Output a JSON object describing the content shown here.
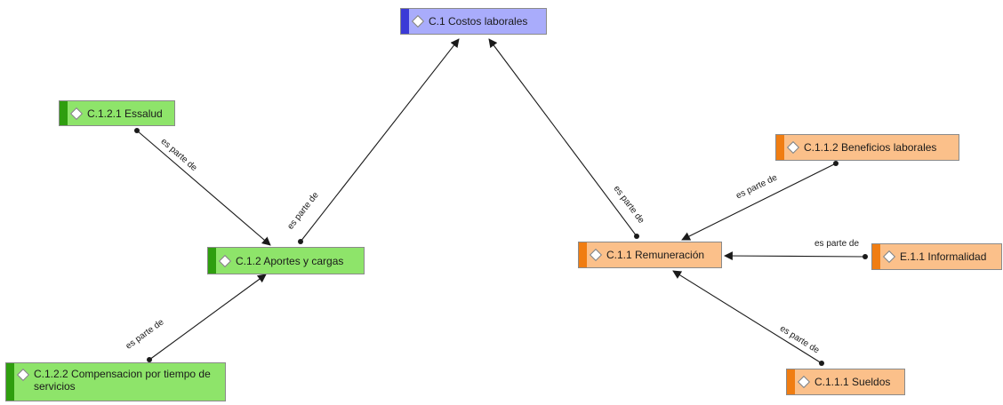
{
  "nodes": {
    "costos": {
      "label": "C.1 Costos laborales",
      "color": "blue"
    },
    "essalud": {
      "label": "C.1.2.1 Essalud",
      "color": "green"
    },
    "aportes": {
      "label": "C.1.2 Aportes y cargas",
      "color": "green"
    },
    "compensacion": {
      "label": "C.1.2.2 Compensacion por tiempo de servicios",
      "color": "green"
    },
    "beneficios": {
      "label": "C.1.1.2 Beneficios laborales",
      "color": "orange"
    },
    "remuneracion": {
      "label": "C.1.1 Remuneración",
      "color": "orange"
    },
    "informalidad": {
      "label": "E.1.1 Informalidad",
      "color": "orange"
    },
    "sueldos": {
      "label": "C.1.1.1 Sueldos",
      "color": "orange"
    }
  },
  "edges": [
    {
      "id": "e1",
      "from": "essalud",
      "to": "aportes",
      "label": "es parte de"
    },
    {
      "id": "e2",
      "from": "aportes",
      "to": "costos",
      "label": "es parte de"
    },
    {
      "id": "e3",
      "from": "compensacion",
      "to": "aportes",
      "label": "es parte de"
    },
    {
      "id": "e4",
      "from": "remuneracion",
      "to": "costos",
      "label": "es parte de"
    },
    {
      "id": "e5",
      "from": "beneficios",
      "to": "remuneracion",
      "label": "es parte de"
    },
    {
      "id": "e6",
      "from": "informalidad",
      "to": "remuneracion",
      "label": "es parte de"
    },
    {
      "id": "e7",
      "from": "sueldos",
      "to": "remuneracion",
      "label": "es parte de"
    }
  ],
  "colors": {
    "edge": "#1a1a1a"
  }
}
